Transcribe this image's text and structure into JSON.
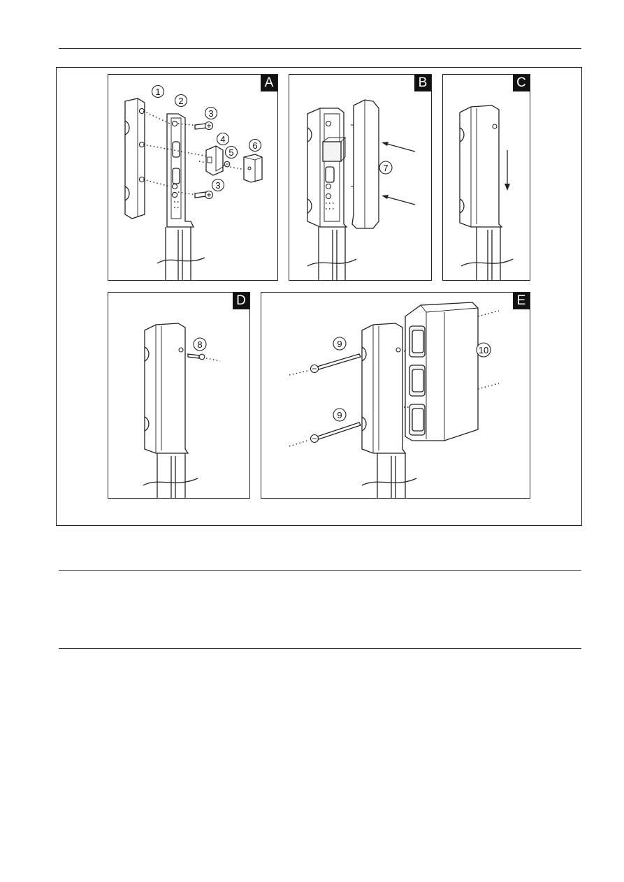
{
  "panels": [
    {
      "id": "A",
      "label": "A",
      "callouts": [
        "1",
        "2",
        "3",
        "4",
        "5",
        "6",
        "3"
      ]
    },
    {
      "id": "B",
      "label": "B",
      "callouts": [
        "7"
      ]
    },
    {
      "id": "C",
      "label": "C",
      "callouts": []
    },
    {
      "id": "D",
      "label": "D",
      "callouts": [
        "8"
      ]
    },
    {
      "id": "E",
      "label": "E",
      "callouts": [
        "9",
        "9",
        "10"
      ]
    }
  ]
}
